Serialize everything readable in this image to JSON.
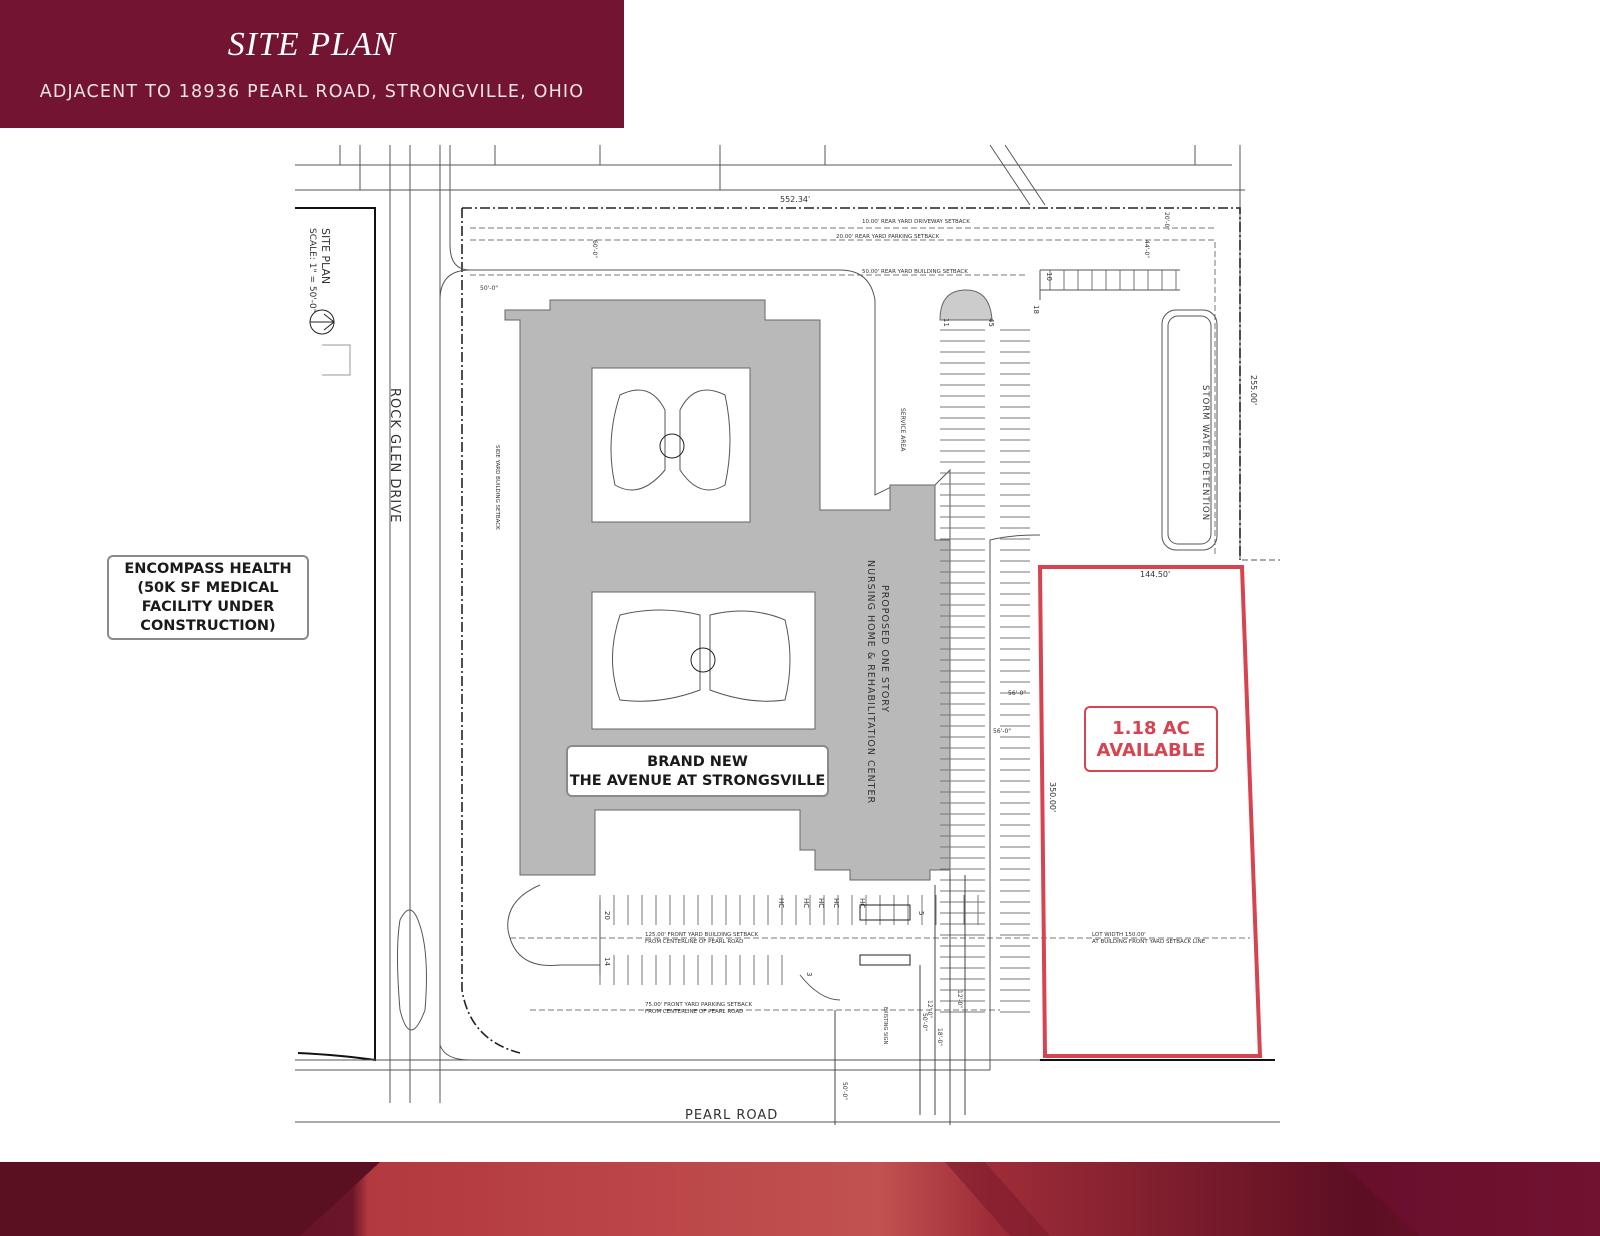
{
  "header": {
    "title": "SITE PLAN",
    "subtitle": "ADJACENT TO 18936 PEARL ROAD, STRONGVILLE, OHIO"
  },
  "callouts": {
    "encompass": [
      "ENCOMPASS HEALTH",
      "(50K SF MEDICAL",
      "FACILITY UNDER",
      "CONSTRUCTION)"
    ],
    "avenue": [
      "BRAND NEW",
      "THE AVENUE AT STRONGSVILLE"
    ],
    "available": [
      "1.18 AC",
      "AVAILABLE"
    ]
  },
  "plan_labels": {
    "pearl_road": "PEARL ROAD",
    "rock_glen_drive": "ROCK GLEN DRIVE",
    "site_plan_label": "SITE PLAN",
    "scale": "SCALE: 1\" = 50'-0\"",
    "proposed_building": "PROPOSED ONE STORY",
    "proposed_building_use": "NURSING HOME & REHABILITATION CENTER",
    "storm_water": "STORM WATER DETENTION",
    "service_area": "SERVICE AREA",
    "dim_top": "552.34'",
    "dim_right": "255.00'",
    "dim_lot_width": "144.50'",
    "dim_lot_depth": "350.00'",
    "rear_driveway_setback": "10.00' REAR YARD DRIVEWAY SETBACK",
    "rear_parking_setback": "20.00' REAR YARD PARKING SETBACK",
    "rear_building_setback": "50.00' REAR YARD BUILDING SETBACK",
    "front_building_setback": "125.00' FRONT YARD BUILDING SETBACK",
    "front_building_setback_ref": "FROM CENTERLINE OF PEARL ROAD",
    "front_parking_setback": "75.00' FRONT YARD PARKING SETBACK",
    "front_parking_setback_ref": "FROM CENTERLINE OF PEARL ROAD",
    "lot_width_note": "LOT WIDTH 150.00'",
    "lot_width_note_ref": "AT BUILDING FRONT YARD SETBACK LINE",
    "side_setback": "SIDE YARD BUILDING SETBACK",
    "dim_left_setback": "50'-0\"",
    "dim_mid_1": "56'-0\"",
    "dim_mid_2": "56'-0\"",
    "dim_top_small": "60'-0\"",
    "dim_right_small_1": "44'-0\"",
    "dim_right_small_2": "20'-0\"",
    "dim_bottom_1": "50'-0\"",
    "dim_bottom_2": "18'-0\"",
    "dim_bottom_3": "12'-0\"",
    "dim_bottom_4": "12'-0\"",
    "dim_bottom_5": "50'-0\"",
    "stall_20": "20",
    "stall_14": "14",
    "stall_3": "3",
    "stall_5": "5",
    "stall_10": "10",
    "stall_18": "18",
    "stall_11": "11",
    "stall_45": "45",
    "hc": "HC",
    "existing_sign": "EXISTING SIGN"
  }
}
